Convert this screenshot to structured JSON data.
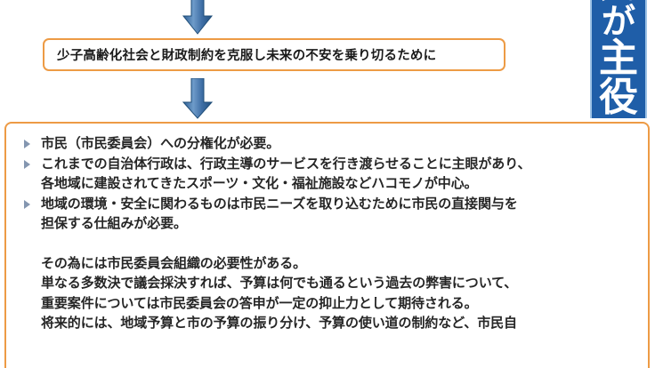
{
  "slide": {
    "background_color": "#FFFFFF",
    "accent_orange": "#ED9B45",
    "accent_blue": "#1F5EA8",
    "bullet_marker_color": "#8496B0",
    "text_color": "#262626"
  },
  "arrows": {
    "top": {
      "icon": "down-arrow-icon",
      "color": "#3A6FA8"
    },
    "middle": {
      "icon": "down-arrow-icon",
      "color": "#3A6FA8"
    }
  },
  "callout": {
    "text": "少子高齢化社会と財政制約を克服し未来の不安を乗り切るために"
  },
  "content": {
    "bullets": [
      {
        "marker": "triangle-bullet-icon",
        "lines": [
          "市民（市民委員会）への分権化が必要。"
        ]
      },
      {
        "marker": "triangle-bullet-icon",
        "lines": [
          "これまでの自治体行政は、行政主導のサービスを行き渡らせることに主眼があり、",
          "各地域に建設されてきたスポーツ・文化・福祉施設などハコモノが中心。"
        ]
      },
      {
        "marker": "triangle-bullet-icon",
        "lines": [
          "地域の環境・安全に関わるものは市民ニーズを取り込むために市民の直接関与を",
          "担保する仕組みが必要。"
        ]
      }
    ],
    "paragraph_lines": [
      "その為には市民委員会組織の必要性がある。",
      "単なる多数決で議会採決すれば、予算は何でも通るという過去の弊害について、",
      "重要案件については市民委員会の答申が一定の抑止力として期待される。",
      "将来的には、地域予算と市の予算の振り分け、予算の使い道の制約など、市民自"
    ]
  },
  "banner": {
    "characters": [
      "民",
      "が",
      "主",
      "役"
    ],
    "color": "#1F5EA8",
    "text_color": "#FFFFFF"
  }
}
